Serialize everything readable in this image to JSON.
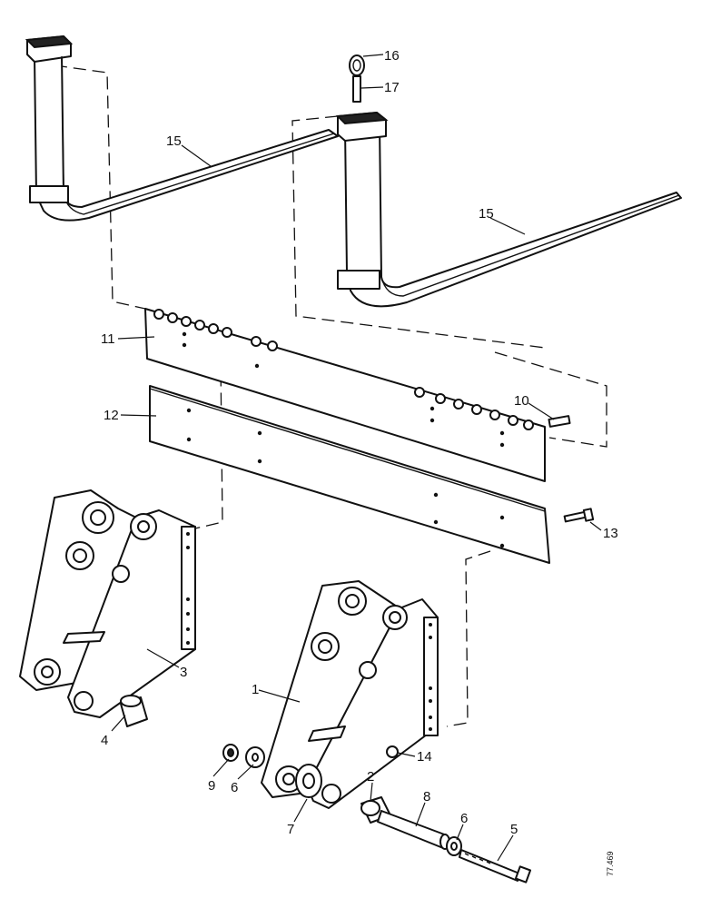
{
  "drawing_code": "77.469",
  "callouts": {
    "c1": "1",
    "c2": "2",
    "c3": "3",
    "c4": "4",
    "c5": "5",
    "c6a": "6",
    "c6b": "6",
    "c7": "7",
    "c8": "8",
    "c9": "9",
    "c10": "10",
    "c11": "11",
    "c12": "12",
    "c13": "13",
    "c14": "14",
    "c15a": "15",
    "c15b": "15",
    "c16": "16",
    "c17": "17"
  }
}
